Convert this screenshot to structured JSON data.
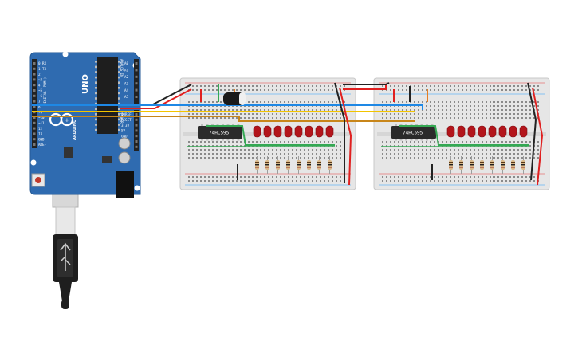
{
  "arduino": {
    "brand_uno": "UNO",
    "brand_arduino": "ARDUINO",
    "header_digital": "DIGITAL (PWM~)",
    "header_analog": "ANALOG IN",
    "header_power": "POWER",
    "digital_pins": [
      "0 RX",
      "1 TX",
      "2",
      "~3",
      "4",
      "~5",
      "~6",
      "7",
      "8",
      "~9",
      "~10",
      "~11",
      "12",
      "13",
      "GND",
      "AREF"
    ],
    "analog_pins": [
      "A0",
      "A1",
      "A2",
      "A3",
      "A4",
      "A5"
    ],
    "power_pins": [
      "IOREF",
      "RESET",
      "3.3V",
      "5V",
      "GND",
      "GND",
      "VIN"
    ]
  },
  "breadboards": [
    {
      "chip_label": "74HC595",
      "led_count": 8,
      "resistor_count": 8
    },
    {
      "chip_label": "74HC595",
      "led_count": 8,
      "resistor_count": 8
    }
  ],
  "colors": {
    "arduino_blue": "#2f6bb0",
    "breadboard": "#e6e6e6",
    "wire_red": "#e02020",
    "wire_black": "#222222",
    "wire_blue": "#1e88e5",
    "wire_yellow": "#f2c400",
    "wire_orange": "#e67e22",
    "wire_green": "#34a853",
    "led_red": "#b3151b",
    "chip_black": "#2b2b2b"
  },
  "icons": {
    "usb_cable": "usb-cable-icon",
    "capacitor": "capacitor-icon"
  }
}
